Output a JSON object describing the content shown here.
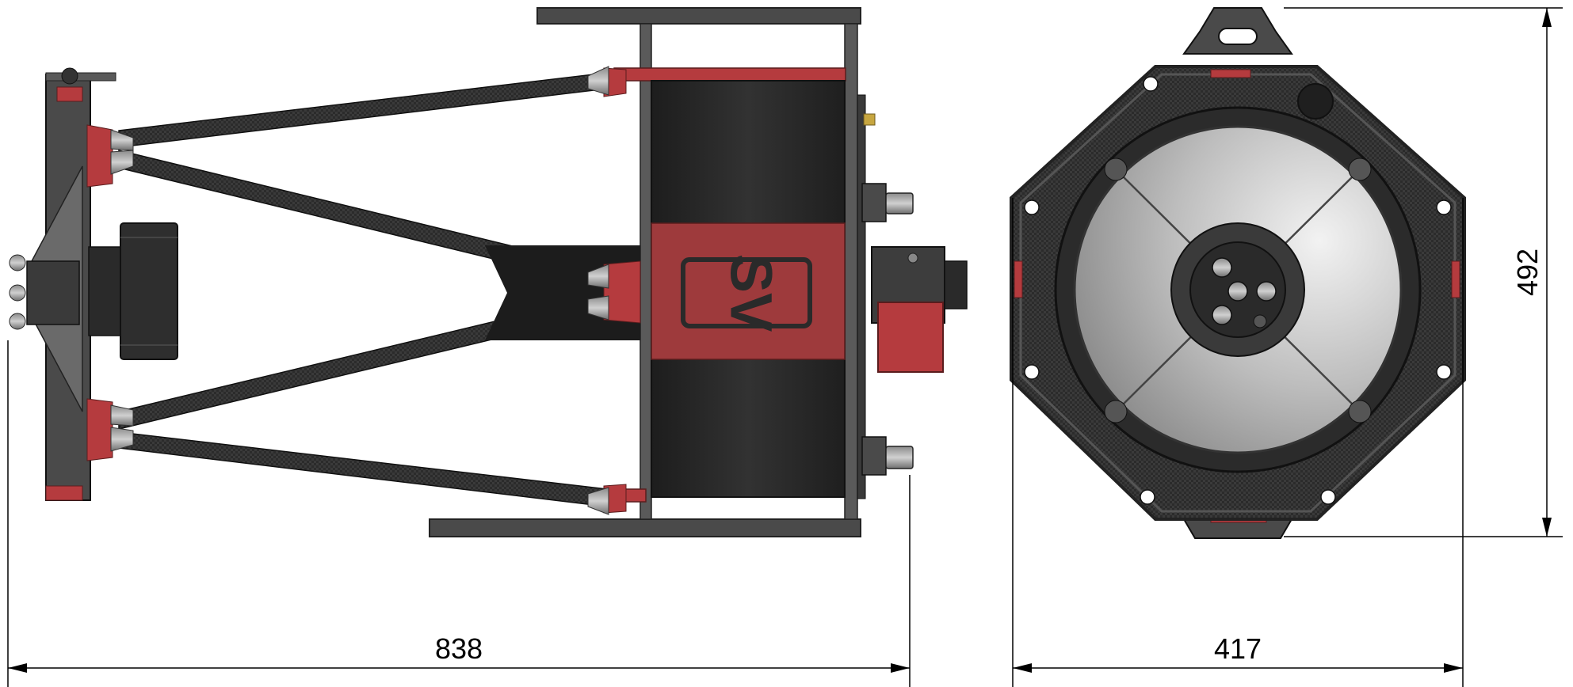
{
  "dimensions": {
    "side_length": "838",
    "front_width": "417",
    "front_height": "492"
  },
  "logo": {
    "text": "SV"
  },
  "colors": {
    "background": "#ffffff",
    "accent_red": "#b53b3e",
    "logo_red": "#9e3a3c",
    "tube_dark": "#2a2a2a",
    "carbon": "#333333",
    "mirror_light": "#c9c9c9",
    "dim_line": "#000000"
  }
}
